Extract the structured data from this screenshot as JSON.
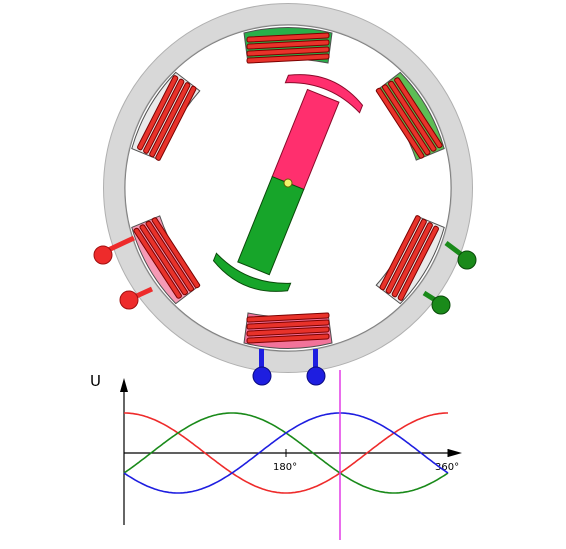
{
  "colors": {
    "phase_red": "#ee2b2b",
    "phase_green": "#1a8a1a",
    "phase_blue": "#1e1ee0",
    "rotor_pink": "#ff2f6e",
    "rotor_green": "#17a52a",
    "stator_ring": "#d8d8d8",
    "marker": "#e23ce6"
  },
  "graph": {
    "y_axis_label": "U",
    "tick_180": "180°",
    "tick_360": "360°"
  },
  "chart_data": {
    "type": "line",
    "xlabel": "",
    "ylabel": "U",
    "xlim": [
      0,
      360
    ],
    "ylim": [
      -1,
      1
    ],
    "x_ticks": [
      180,
      360
    ],
    "marker_angle": 240,
    "series": [
      {
        "color": "#ee2b2b",
        "phase_deg": 90
      },
      {
        "color": "#1a8a1a",
        "phase_deg": -30
      },
      {
        "color": "#1e1ee0",
        "phase_deg": -150
      }
    ]
  }
}
